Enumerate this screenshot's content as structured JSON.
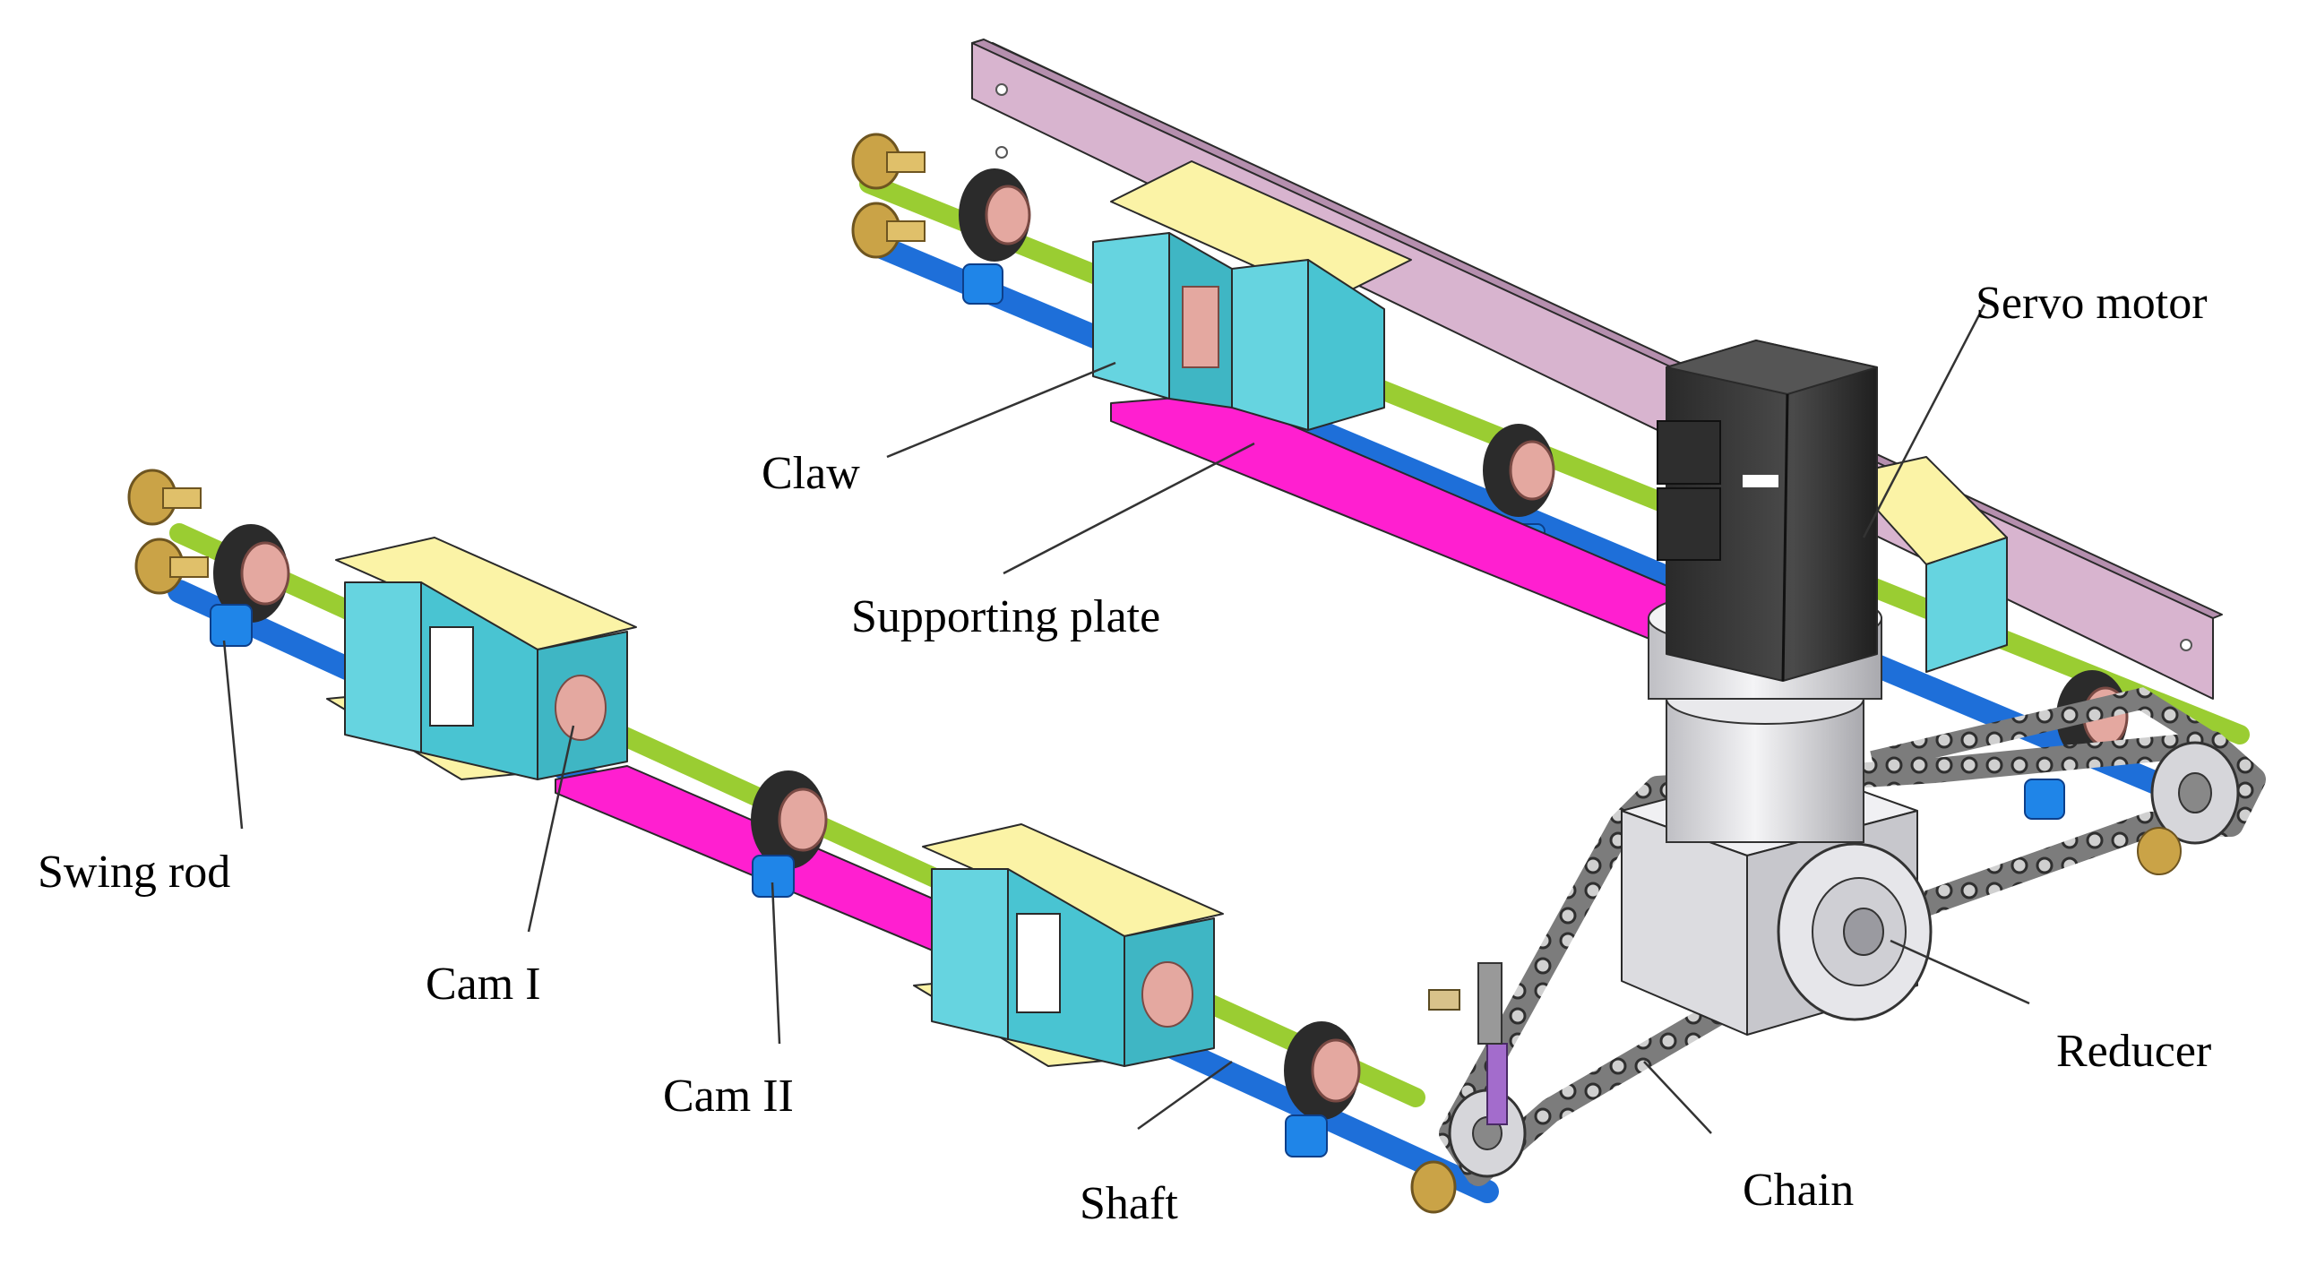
{
  "labels": {
    "servo_motor": "Servo motor",
    "claw": "Claw",
    "supporting_plate": "Supporting plate",
    "swing_rod": "Swing rod",
    "cam_1": "Cam I",
    "cam_2": "Cam II",
    "shaft": "Shaft",
    "chain": "Chain",
    "reducer": "Reducer"
  },
  "colors": {
    "back_plate": "#d8b4cf",
    "shaft": "#9acd32",
    "swing_rod": "#1e6fd9",
    "supporting_plate": "#ff1fd0",
    "claw_side": "#66d4e0",
    "claw_top": "#fbf3a6",
    "cam_wheel": "#2b2b2b",
    "cam_hub": "#e4a8a0",
    "end_cap": "#caa347",
    "motor": "#3a3a3a",
    "reducer": "#e8e8ec",
    "chain": "#5a5a5a"
  }
}
